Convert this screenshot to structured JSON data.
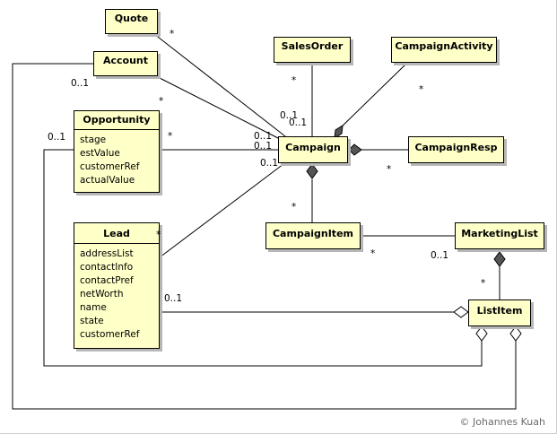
{
  "classes": {
    "quote": {
      "name": "Quote"
    },
    "account": {
      "name": "Account"
    },
    "sales_order": {
      "name": "SalesOrder"
    },
    "campaign_activity": {
      "name": "CampaignActivity"
    },
    "opportunity": {
      "name": "Opportunity",
      "attributes": [
        "stage",
        "estValue",
        "customerRef",
        "actualValue"
      ]
    },
    "campaign": {
      "name": "Campaign"
    },
    "campaign_resp": {
      "name": "CampaignResp"
    },
    "lead": {
      "name": "Lead",
      "attributes": [
        "addressList",
        "contactInfo",
        "contactPref",
        "netWorth",
        "name",
        "state",
        "customerRef"
      ]
    },
    "campaign_item": {
      "name": "CampaignItem"
    },
    "marketing_list": {
      "name": "MarketingList"
    },
    "list_item": {
      "name": "ListItem"
    }
  },
  "multiplicities": {
    "quote_star": "*",
    "account_0_1": "0..1",
    "account_star": "*",
    "sales_order_star": "*",
    "campaign_activity_star": "*",
    "campaign_0_1_a": "0..1",
    "campaign_0_1_b": "0..1",
    "campaign_0_1_c": "0..1",
    "campaign_0_1_d": "0..1",
    "campaign_0_1_e": "0..1",
    "opportunity_0_1": "0..1",
    "opportunity_star": "*",
    "campaign_resp_star": "*",
    "lead_star": "*",
    "campaign_item_star_top": "*",
    "campaign_item_star_bottom": "*",
    "marketing_list_0_1": "0..1",
    "marketing_list_star": "*",
    "lead_0_1": "0..1"
  },
  "copyright": "© Johannes Kuah"
}
